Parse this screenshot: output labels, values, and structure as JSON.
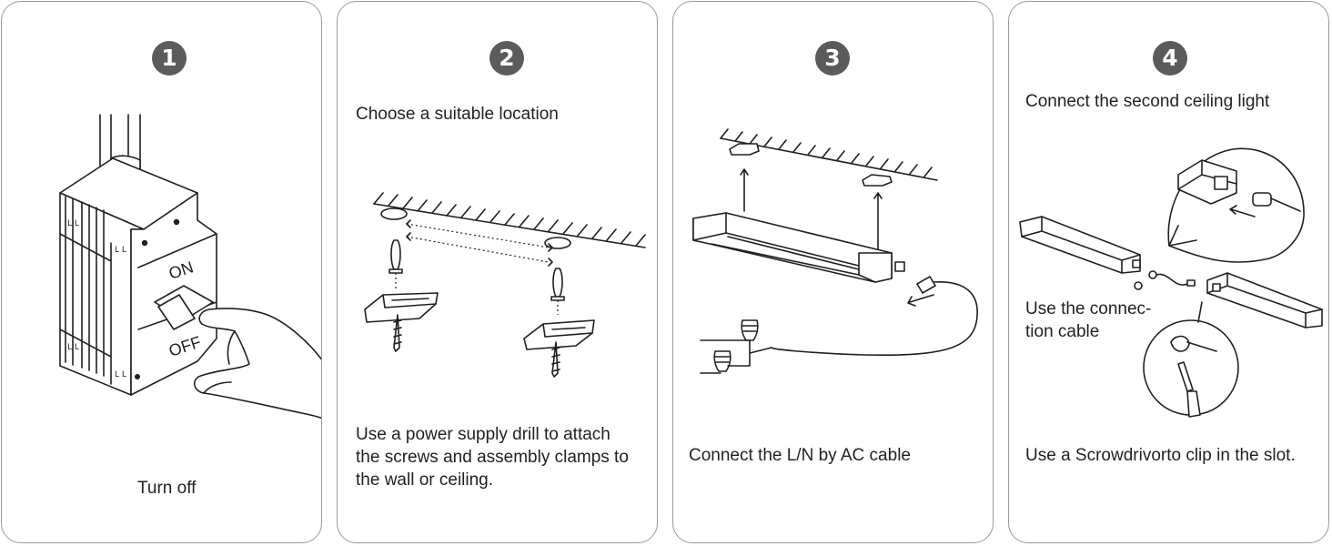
{
  "steps": [
    {
      "number": "1",
      "caption": "Turn off",
      "switch_on_label": "ON",
      "switch_off_label": "OFF"
    },
    {
      "number": "2",
      "title": "Choose a suitable location",
      "caption": "Use a power supply drill to attach\nthe screws and assembly clamps to\nthe wall or ceiling."
    },
    {
      "number": "3",
      "caption": "Connect the L/N by AC cable"
    },
    {
      "number": "4",
      "title": "Connect the second ceiling light",
      "note": "Use the connec-\ntion cable",
      "caption": "Use a Scrowdrivorto clip in the slot."
    }
  ],
  "colors": {
    "badge": "#5b5b5b",
    "border": "#9a9a9a",
    "ink": "#231f20"
  }
}
